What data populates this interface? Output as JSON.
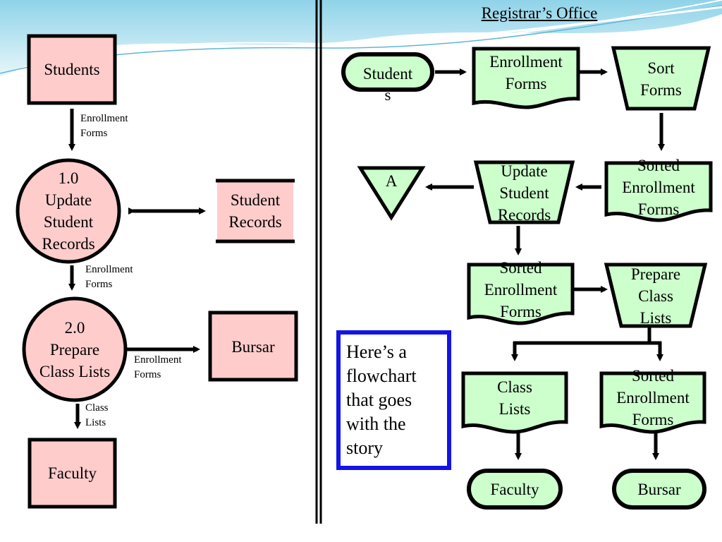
{
  "header": {
    "title": "Registrar’s Office"
  },
  "dfd": {
    "students": "Students",
    "process1": "1.0\nUpdate\nStudent\nRecords",
    "process2": "2.0\nPrepare\nClass Lists",
    "student_records": "Student\nRecords",
    "bursar": "Bursar",
    "faculty": "Faculty",
    "flow1": "Enrollment\nForms",
    "flow2": "Enrollment\nForms",
    "flow3": "Enrollment\nForms",
    "flow4": "Class\nLists"
  },
  "flowchart": {
    "start_students": "Student\ns",
    "enrollment_forms": "Enrollment\nForms",
    "sort_forms": "Sort\nForms",
    "sorted_forms_1": "Sorted\nEnrollment\nForms",
    "update_records": "Update\nStudent\nRecords",
    "offpage_a": "A",
    "sorted_forms_2": "Sorted\nEnrollment\nForms",
    "prepare_lists": "Prepare\nClass\nLists",
    "class_lists": "Class\nLists",
    "sorted_forms_3": "Sorted\nEnrollment\nForms",
    "end_faculty": "Faculty",
    "end_bursar": "Bursar"
  },
  "note": {
    "text": "Here’s a\nflowchart\nthat goes\nwith the\nstory"
  },
  "colors": {
    "dfd_fill": "#ffcccc",
    "flow_fill": "#ccffcc",
    "note_border": "#1414e6",
    "stroke": "#000000"
  }
}
